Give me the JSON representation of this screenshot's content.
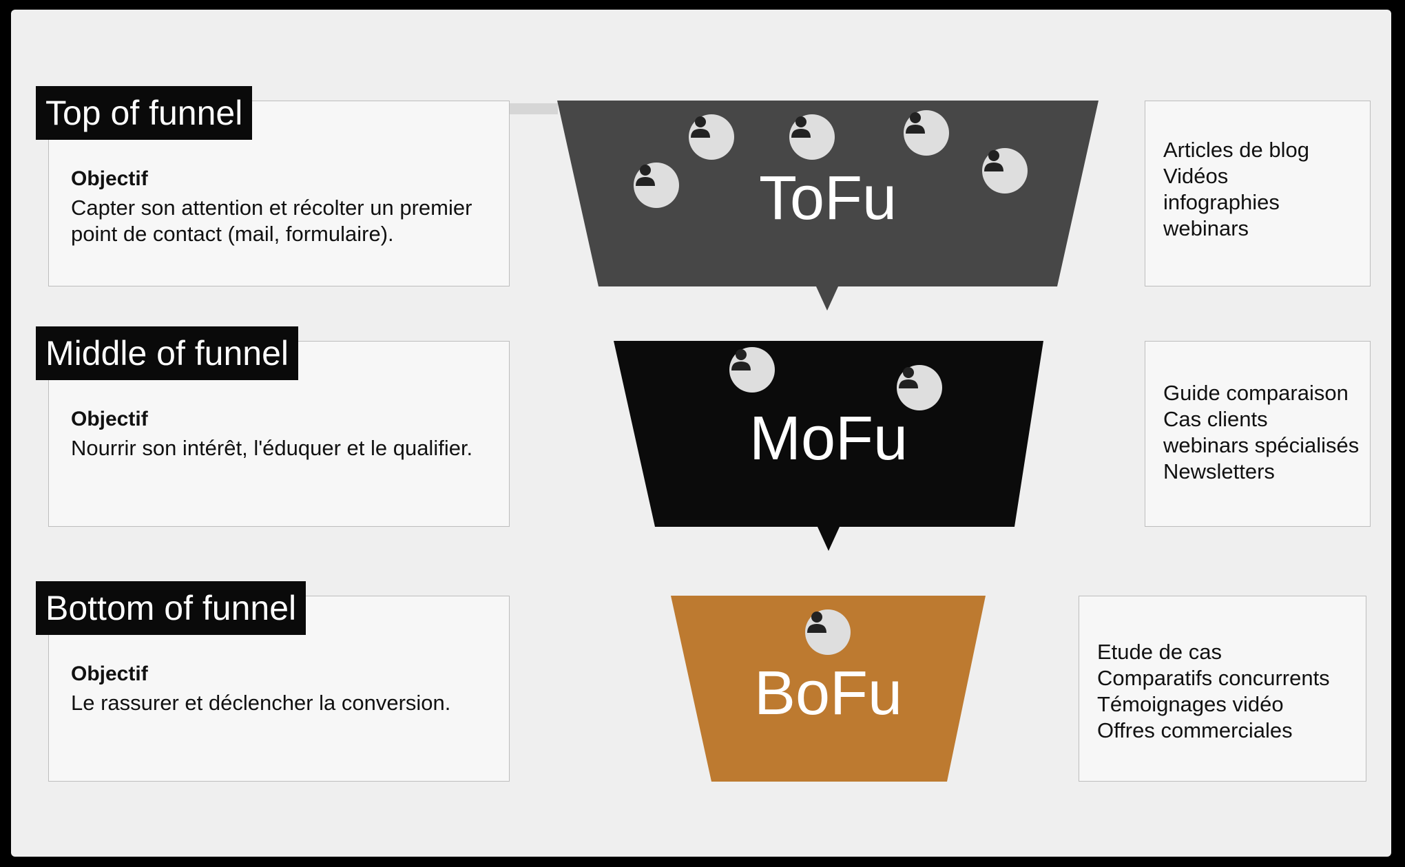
{
  "colors": {
    "frame": "#000000",
    "background": "#efefef",
    "tofu": "#474747",
    "mofu": "#0b0b0b",
    "bofu": "#bd7a30",
    "tag_background": "#0a0a0a",
    "avatar_circle": "#dedede"
  },
  "stages": [
    {
      "tag": "Top of funnel",
      "objective_title": "Objectif",
      "objective_text": "Capter son attention et récolter un premier point de contact (mail, formulaire).",
      "funnel_label": "ToFu",
      "avatars": 5,
      "content_items": [
        "Articles de blog",
        "Vidéos",
        "infographies",
        "webinars"
      ]
    },
    {
      "tag": "Middle of funnel",
      "objective_title": "Objectif",
      "objective_text": "Nourrir son intérêt, l'éduquer et le qualifier.",
      "funnel_label": "MoFu",
      "avatars": 2,
      "content_items": [
        "Guide comparaison",
        "Cas clients",
        "webinars spécialisés",
        "Newsletters"
      ]
    },
    {
      "tag": "Bottom of funnel",
      "objective_title": "Objectif",
      "objective_text": "Le rassurer et déclencher la conversion.",
      "funnel_label": "BoFu",
      "avatars": 1,
      "content_items": [
        "Etude de cas",
        "Comparatifs concurrents",
        "Témoignages vidéo",
        "Offres commerciales"
      ]
    }
  ],
  "icons": {
    "avatar": "person-avatar-icon",
    "pointer": "down-pointer-icon"
  }
}
